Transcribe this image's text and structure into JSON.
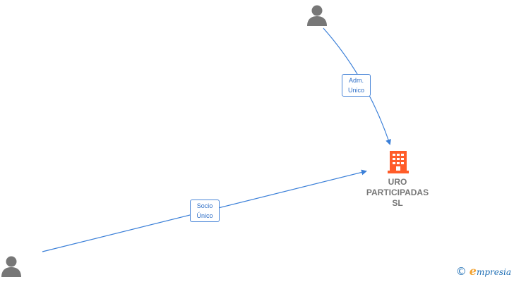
{
  "company": {
    "name_lines": [
      "URO",
      "PARTICIPADAS",
      "SL"
    ],
    "icon": "building-icon",
    "color": "#ff5c29"
  },
  "persons": [
    {
      "icon": "person-icon",
      "color": "#777777"
    },
    {
      "icon": "person-icon",
      "color": "#777777"
    }
  ],
  "relations": [
    {
      "label_lines": [
        "Adm.",
        "Unico"
      ]
    },
    {
      "label_lines": [
        "Socio",
        "Único"
      ]
    }
  ],
  "edge_color": "#3a7fd8",
  "brand": {
    "copyright": "©",
    "initial": "e",
    "name": "mpresia"
  }
}
